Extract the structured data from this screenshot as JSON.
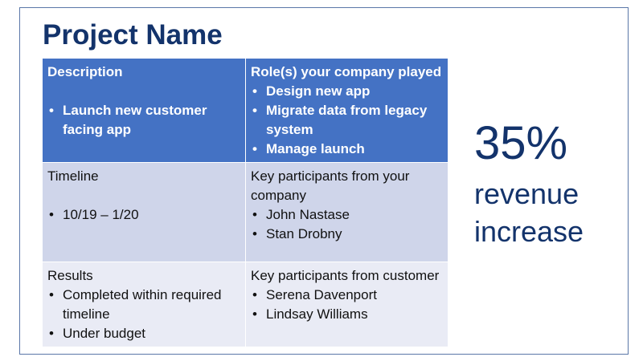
{
  "slide": {
    "title": "Project Name",
    "table": {
      "description": {
        "heading": "Description",
        "bullets": [
          "Launch new customer facing app"
        ]
      },
      "roles": {
        "heading": "Role(s) your company played",
        "bullets": [
          "Design new app",
          "Migrate data from legacy system",
          "Manage launch"
        ]
      },
      "timeline": {
        "heading": "Timeline",
        "bullets": [
          "10/19 – 1/20"
        ]
      },
      "company_participants": {
        "heading": "Key participants from your company",
        "bullets": [
          "John Nastase",
          "Stan Drobny"
        ]
      },
      "results": {
        "heading": "Results",
        "bullets": [
          "Completed within required timeline",
          "Under budget"
        ]
      },
      "customer_participants": {
        "heading": "Key participants from customer",
        "bullets": [
          "Serena Davenport",
          "Lindsay Williams"
        ]
      }
    },
    "stat": {
      "value": "35%",
      "line1": "revenue",
      "line2": "increase"
    }
  },
  "colors": {
    "title": "#13336b",
    "header_row": "#4472c4",
    "row2": "#cfd5ea",
    "row3": "#e9ebf5",
    "border": "#5a77a8"
  }
}
